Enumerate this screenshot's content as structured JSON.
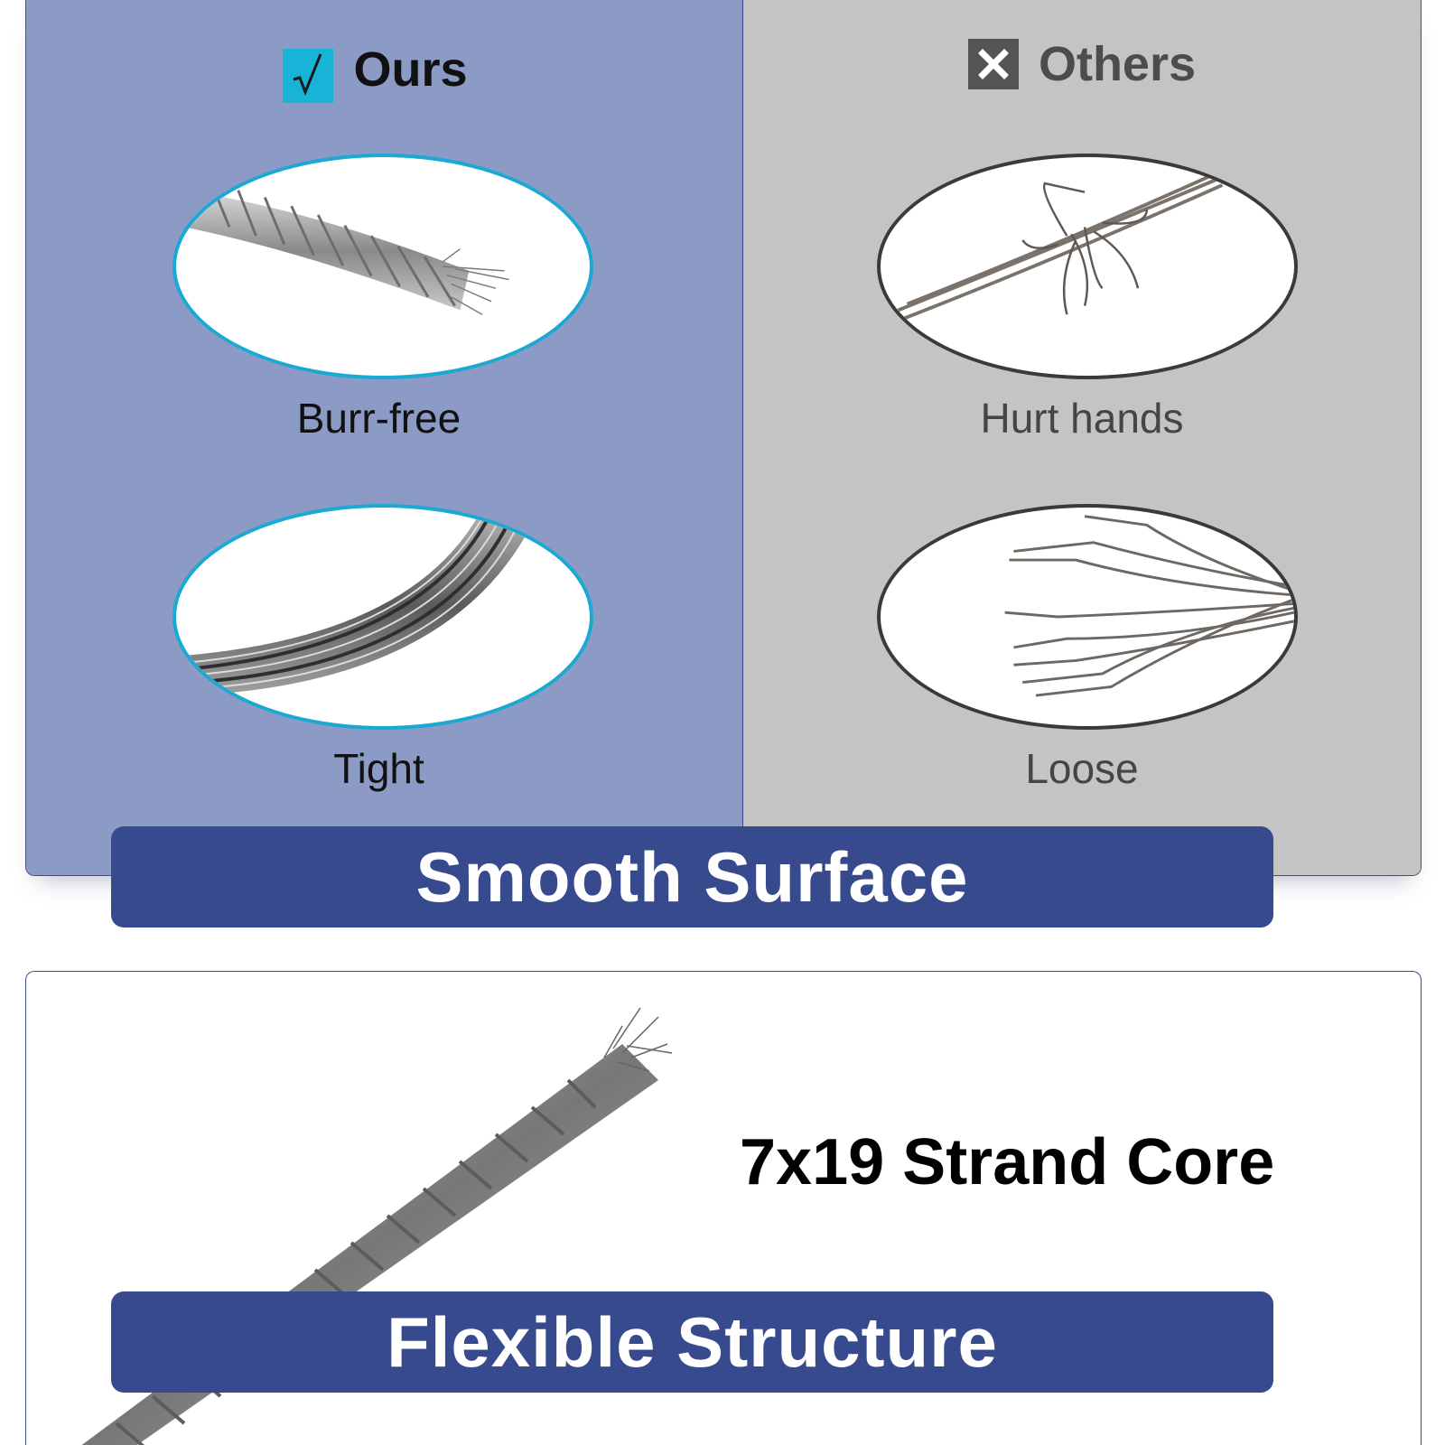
{
  "comparison": {
    "ours": {
      "title": "Ours",
      "badge_icon": "check-icon",
      "badge_color": "#18b4d8",
      "items": [
        {
          "caption": "Burr-free"
        },
        {
          "caption": "Tight"
        }
      ]
    },
    "others": {
      "title": "Others",
      "badge_icon": "cross-icon",
      "badge_color": "#555555",
      "items": [
        {
          "caption": "Hurt hands"
        },
        {
          "caption": "Loose"
        }
      ]
    }
  },
  "banners": {
    "surface": "Smooth Surface",
    "structure": "Flexible Structure"
  },
  "structure": {
    "label": "7x19 Strand Core"
  },
  "colors": {
    "ours_bg": "#8c9bc6",
    "others_bg": "#c4c4c4",
    "banner_bg": "#374a8e",
    "ours_ring": "#1aa9d2"
  }
}
